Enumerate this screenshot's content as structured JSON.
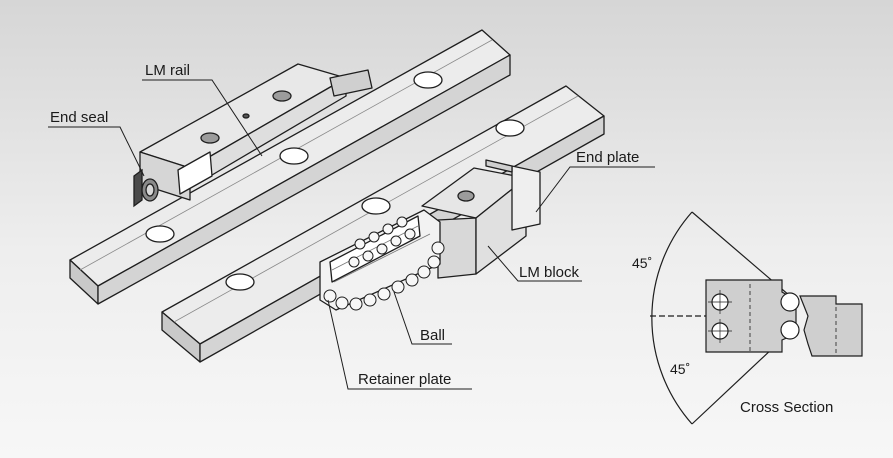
{
  "labels": {
    "lm_rail": "LM rail",
    "end_seal": "End seal",
    "end_plate": "End plate",
    "lm_block": "LM block",
    "ball": "Ball",
    "retainer_plate": "Retainer plate",
    "angle_top": "45˚",
    "angle_bottom": "45˚",
    "cross_section": "Cross Section"
  },
  "colors": {
    "rail_top": "#ebebeb",
    "rail_side": "#d2d2d2",
    "block_face": "#e2e2e2",
    "section_fill": "#cfcfcf",
    "outline": "#1e1e1e",
    "background_top": "#d6d6d6",
    "background_bottom": "#f7f7f7"
  }
}
